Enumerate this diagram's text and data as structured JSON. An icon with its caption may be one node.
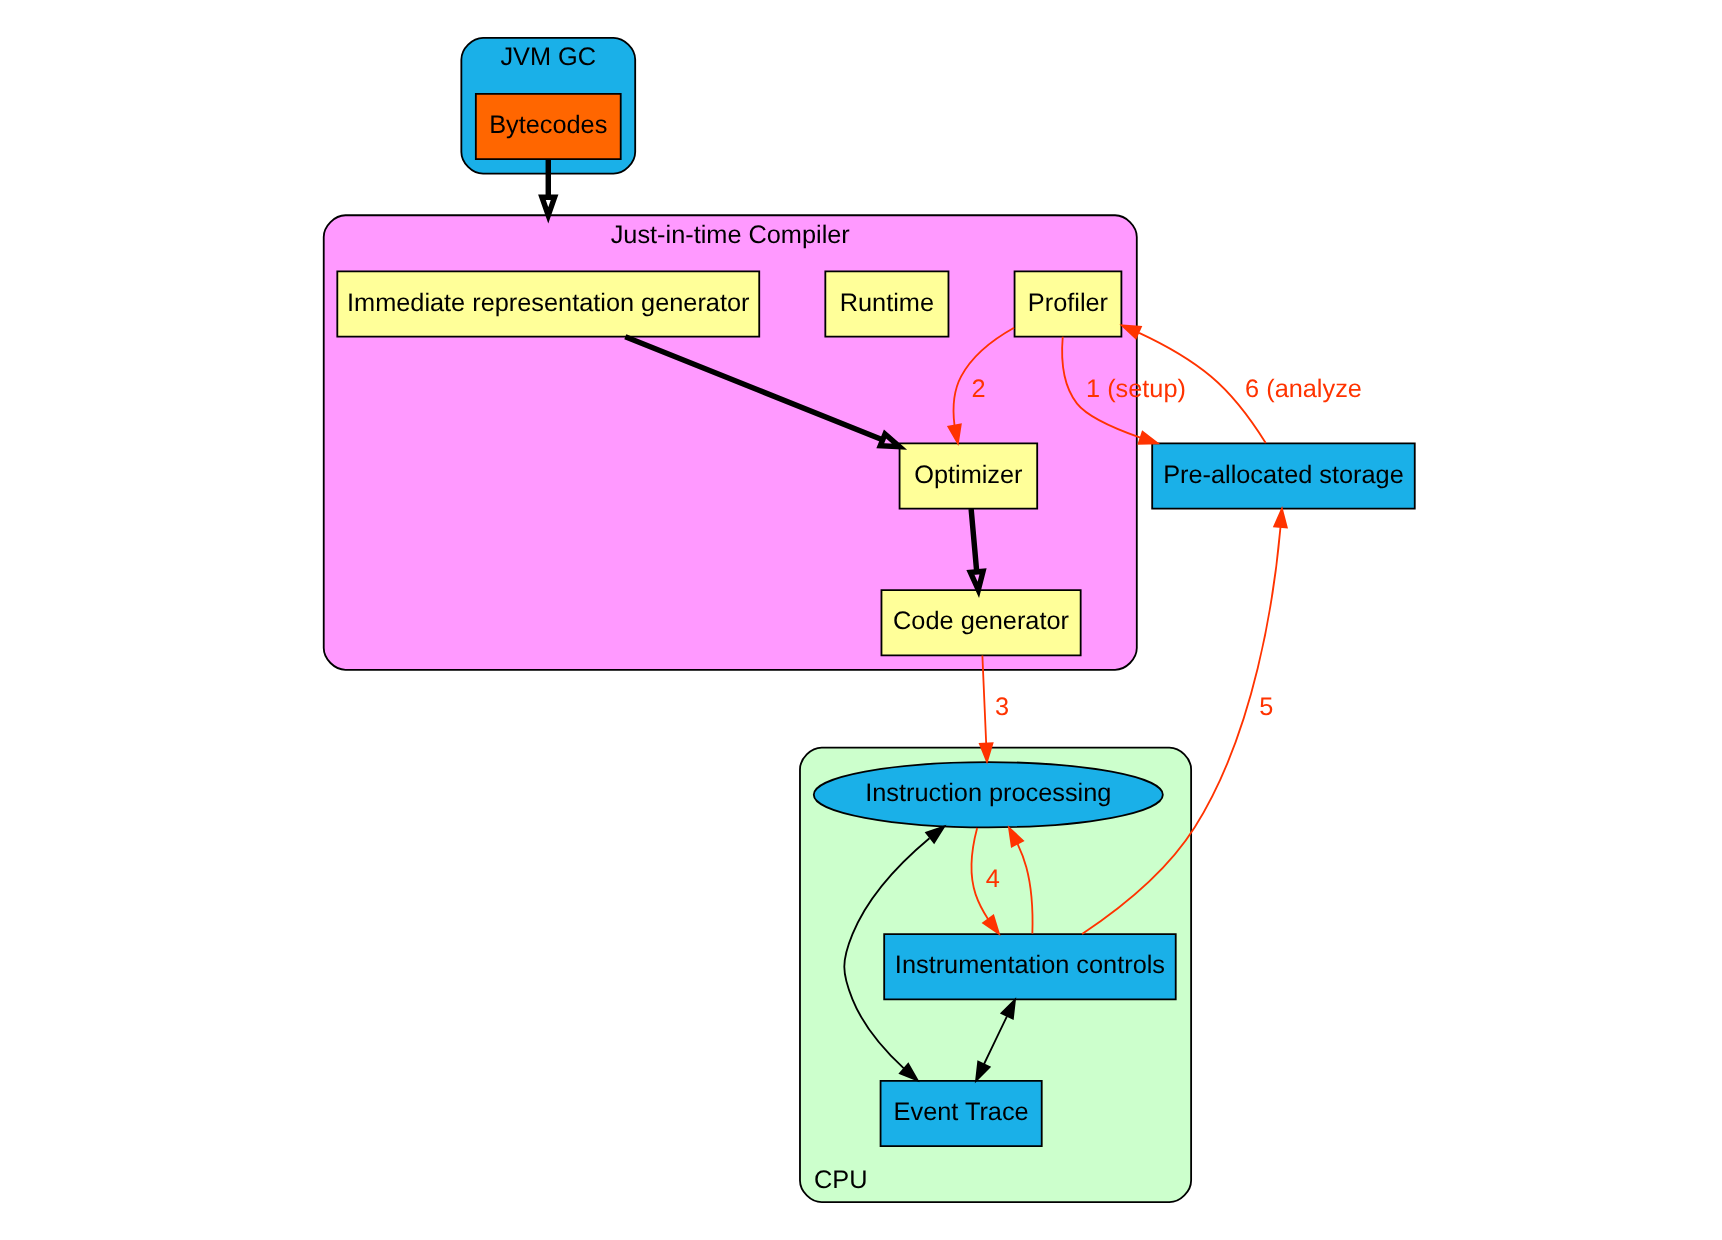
{
  "diagram": {
    "nodes": [
      {
        "text": [
          "JVM GC"
        ]
      },
      {
        "text": [
          "Bytecodes"
        ],
        "in": 0
      },
      {
        "text": [
          "Just-in-time Compiler"
        ]
      },
      {
        "text": [
          "Immediate representation generator"
        ],
        "in": 2
      },
      {
        "text": [
          "Optimizer"
        ],
        "in": 2
      },
      {
        "text": [
          "Code generator"
        ],
        "in": 2
      },
      {
        "text": [
          "Runtime"
        ],
        "in": 2
      },
      {
        "text": [
          "Profiler"
        ],
        "in": 2
      },
      {
        "text": [
          "CPU"
        ]
      },
      {
        "text": [
          "Instruction processing"
        ],
        "in": 8
      },
      {
        "text": [
          "Instrumentation controls"
        ],
        "in": 8
      },
      {
        "text": [
          "Event Trace"
        ],
        "in": 8
      },
      {
        "text": [
          "Pre-allocated storage"
        ]
      }
    ],
    "edges": [
      {
        "from": 1,
        "to": 2,
        "arrow": "to",
        "style": "thick",
        "color": "#000000"
      },
      {
        "from": 3,
        "to": 4,
        "arrow": "to",
        "style": "thick",
        "color": "#000000"
      },
      {
        "from": 4,
        "to": 5,
        "arrow": "to",
        "style": "thick",
        "color": "#000000"
      },
      {
        "from": 7,
        "to": 4,
        "arrow": "to",
        "label": "2"
      },
      {
        "from": 5,
        "to": 9,
        "arrow": "to",
        "label": "3"
      },
      {
        "from": 9,
        "to": 10,
        "arrow": "to",
        "label": "4"
      },
      {
        "from": 10,
        "to": 9,
        "arrow": "to"
      },
      {
        "from": 10,
        "to": 12,
        "arrow": "to",
        "label": "5"
      },
      {
        "from": 7,
        "to": 12,
        "arrow": "to",
        "label": "1 (setup)"
      },
      {
        "from": 12,
        "to": 7,
        "arrow": "to",
        "label": "6 (analyze"
      },
      {
        "from": 10,
        "to": 11,
        "arrow": "both",
        "color": "#000000"
      },
      {
        "from": 9,
        "to": 11,
        "arrow": "both",
        "color": "#000000"
      }
    ]
  }
}
